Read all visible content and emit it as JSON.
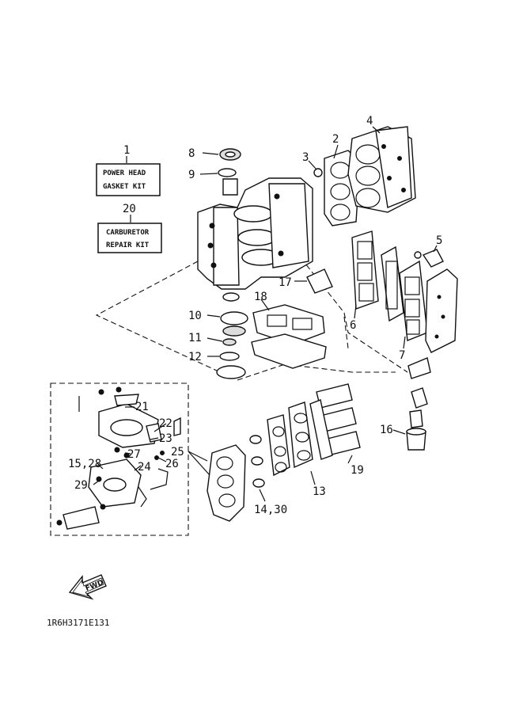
{
  "kits": [
    {
      "number": "1",
      "line1": "POWER HEAD",
      "line2": "GASKET KIT"
    },
    {
      "number": "20",
      "line1": "CARBURETOR",
      "line2": "REPAIR KIT"
    }
  ],
  "callouts": {
    "c2": "2",
    "c3": "3",
    "c4": "4",
    "c5": "5",
    "c6": "6",
    "c7": "7",
    "c8": "8",
    "c9": "9",
    "c10": "10",
    "c11": "11",
    "c12": "12",
    "c13": "13",
    "c14_30": "14,30",
    "c15_28": "15,28",
    "c16": "16",
    "c17": "17",
    "c18": "18",
    "c19": "19",
    "c21": "21",
    "c22": "22",
    "c23": "23",
    "c24": "24",
    "c25": "25",
    "c26": "26",
    "c27": "27",
    "c29": "29"
  },
  "fwd_label": "FWD",
  "diagram_code": "1R6H3171E131",
  "icons": {
    "fwd": "forward-arrow-icon"
  }
}
